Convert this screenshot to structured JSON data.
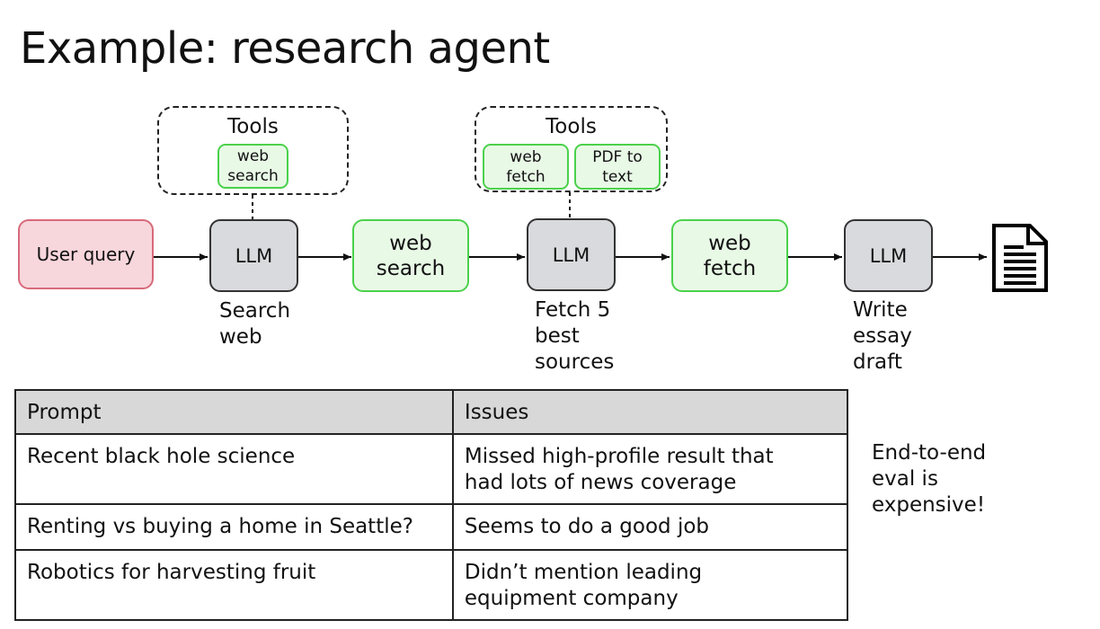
{
  "title": "Example: research agent",
  "diagram": {
    "user_query": "User query",
    "step1": {
      "llm": "LLM",
      "caption_lines": [
        "Search",
        "web"
      ],
      "tools_title": "Tools",
      "tools": [
        [
          "web",
          "search"
        ]
      ]
    },
    "action1": [
      "web",
      "search"
    ],
    "step2": {
      "llm": "LLM",
      "caption_lines": [
        "Fetch 5",
        "best",
        "sources"
      ],
      "tools_title": "Tools",
      "tools": [
        [
          "web",
          "fetch"
        ],
        [
          "PDF to",
          "text"
        ]
      ]
    },
    "action2": [
      "web",
      "fetch"
    ],
    "step3": {
      "llm": "LLM",
      "caption_lines": [
        "Write",
        "essay",
        "draft"
      ]
    },
    "output_icon": "document-icon"
  },
  "table": {
    "headers": [
      "Prompt",
      "Issues"
    ],
    "rows": [
      {
        "prompt": "Recent black hole science",
        "issue_lines": [
          "Missed high-profile result that",
          "had lots of news coverage"
        ]
      },
      {
        "prompt": "Renting vs buying a home in Seattle?",
        "issue_lines": [
          "Seems to do a good job"
        ]
      },
      {
        "prompt": "Robotics for harvesting fruit",
        "issue_lines": [
          "Didn’t mention leading",
          "equipment company"
        ]
      }
    ]
  },
  "note_lines": [
    "End-to-end",
    "eval is",
    "expensive!"
  ],
  "colors": {
    "query_fill": "#f7d6dc",
    "query_border": "#d86a7a",
    "llm_fill": "#d9dadd",
    "tool_fill": "#e8f9e6",
    "tool_border": "#4bd14b",
    "table_header": "#d8d8d8"
  }
}
